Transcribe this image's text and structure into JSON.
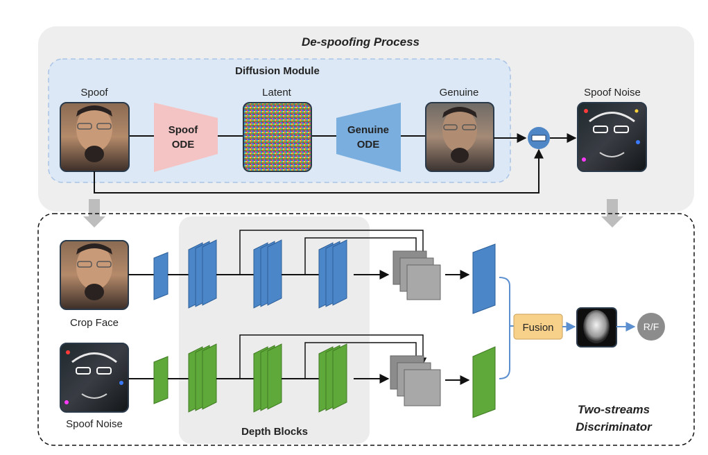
{
  "top_panel": {
    "title": "De-spoofing Process",
    "diffusion_module": {
      "title": "Diffusion Module",
      "spoof_label": "Spoof",
      "latent_label": "Latent",
      "genuine_label": "Genuine",
      "spoof_ode_line1": "Spoof",
      "spoof_ode_line2": "ODE",
      "genuine_ode_line1": "Genuine",
      "genuine_ode_line2": "ODE"
    },
    "spoof_noise_label": "Spoof Noise"
  },
  "bottom_panel": {
    "title_line1": "Two-streams",
    "title_line2": "Discriminator",
    "crop_face_label": "Crop Face",
    "spoof_noise_label": "Spoof Noise",
    "depth_blocks_label": "Depth Blocks",
    "fusion_label": "Fusion",
    "output_label": "R/F"
  },
  "colors": {
    "panel_gray": "#eeeeee",
    "diffusion_bg": "#dce8f5",
    "spoof_ode": "#f4c4c4",
    "genuine_ode": "#7aaede",
    "blue_block": "#4a86c8",
    "green_block": "#5fa83a",
    "fusion": "#f7d08a",
    "output_circle": "#8c8c8c"
  }
}
